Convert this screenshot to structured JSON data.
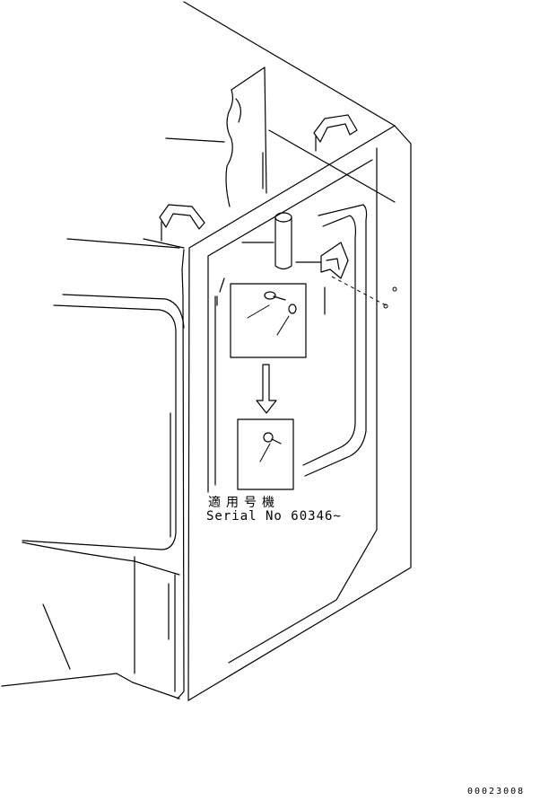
{
  "applicability": {
    "label_jp": "適用号機",
    "serial_text": "Serial No 60346~"
  },
  "drawing_number": "00023008"
}
